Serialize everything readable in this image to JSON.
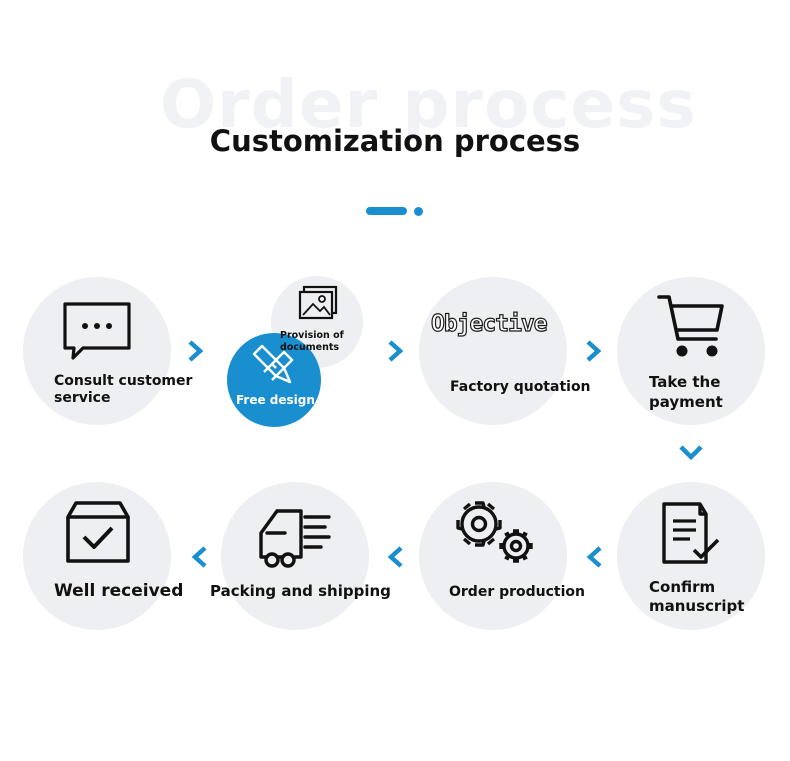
{
  "header": {
    "background_title": "Order process",
    "title": "Customization process"
  },
  "steps": [
    {
      "label": "Consult customer\nservice",
      "icon": "chat-bubble-icon"
    },
    {
      "label": "Free design",
      "icon": "pencil-ruler-icon"
    },
    {
      "label": "Provision of\ndocuments",
      "icon": "image-document-icon"
    },
    {
      "label": "Factory quotation",
      "overlay_text": "Objective"
    },
    {
      "label": "Take the\npayment",
      "icon": "shopping-cart-icon"
    },
    {
      "label": "Confirm\nmanuscript",
      "icon": "checked-document-icon"
    },
    {
      "label": "Order production",
      "icon": "gears-icon"
    },
    {
      "label": "Packing and shipping",
      "icon": "delivery-truck-icon"
    },
    {
      "label": "Well received",
      "icon": "checked-box-icon"
    }
  ],
  "colors": {
    "accent": "#1a8fd0",
    "circle": "#eeeff2",
    "text": "#111111"
  }
}
